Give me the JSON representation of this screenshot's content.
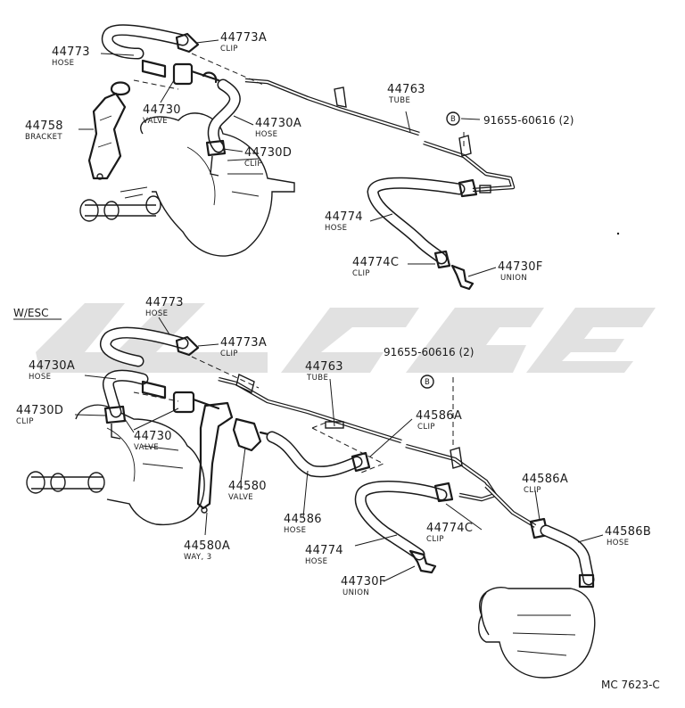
{
  "section_label": "W/ESC",
  "drawing_code": "MC 7623-C",
  "bolt_marker": "B",
  "upper_assembly": {
    "parts": [
      {
        "number": "44773",
        "desc": "HOSE"
      },
      {
        "number": "44773A",
        "desc": "CLIP"
      },
      {
        "number": "44730",
        "desc": "VALVE"
      },
      {
        "number": "44758",
        "desc": "BRACKET"
      },
      {
        "number": "44730A",
        "desc": "HOSE"
      },
      {
        "number": "44730D",
        "desc": "CLIP"
      },
      {
        "number": "44763",
        "desc": "TUBE"
      },
      {
        "number": "91655-60616 (2)",
        "desc": ""
      },
      {
        "number": "44774",
        "desc": "HOSE"
      },
      {
        "number": "44774C",
        "desc": "CLIP"
      },
      {
        "number": "44730F",
        "desc": "UNION"
      }
    ]
  },
  "lower_assembly": {
    "parts": [
      {
        "number": "44773",
        "desc": "HOSE"
      },
      {
        "number": "44773A",
        "desc": "CLIP"
      },
      {
        "number": "44730A",
        "desc": "HOSE"
      },
      {
        "number": "44730D",
        "desc": "CLIP"
      },
      {
        "number": "44730",
        "desc": "VALVE"
      },
      {
        "number": "44763",
        "desc": "TUBE"
      },
      {
        "number": "91655-60616 (2)",
        "desc": ""
      },
      {
        "number": "44586A",
        "desc": "CLIP"
      },
      {
        "number": "44580",
        "desc": "VALVE"
      },
      {
        "number": "44586",
        "desc": "HOSE"
      },
      {
        "number": "44580A",
        "desc": "WAY, 3"
      },
      {
        "number": "44774",
        "desc": "HOSE"
      },
      {
        "number": "44774C",
        "desc": "CLIP"
      },
      {
        "number": "44586A",
        "desc": "CLIP"
      },
      {
        "number": "44586B",
        "desc": "HOSE"
      },
      {
        "number": "44730F",
        "desc": "UNION"
      }
    ]
  }
}
